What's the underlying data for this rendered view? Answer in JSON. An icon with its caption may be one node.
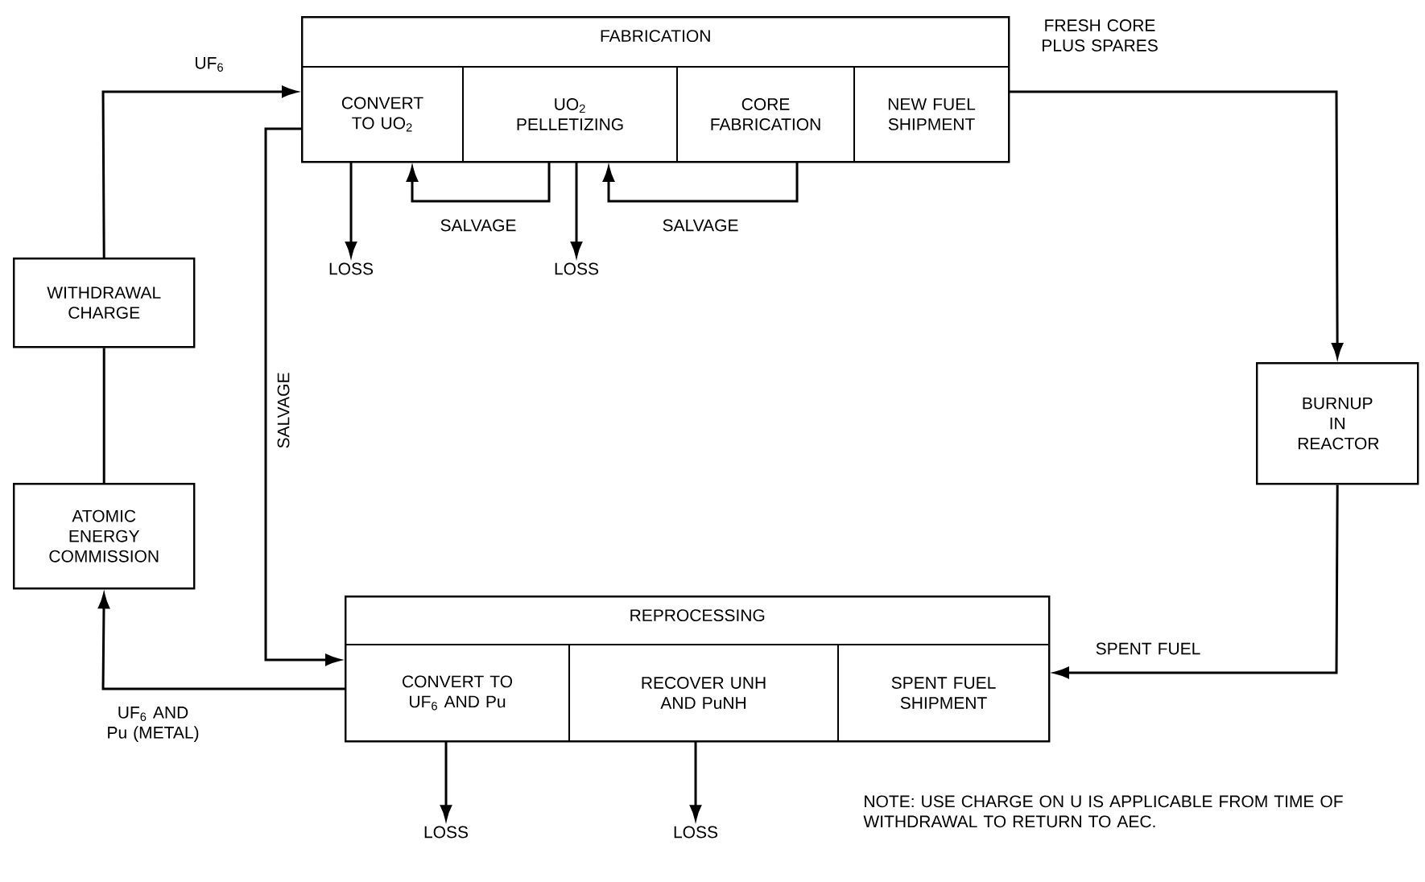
{
  "diagram": {
    "nodes": [
      {
        "text": [
          "FABRICATION"
        ]
      },
      {
        "text": [
          "CONVERT TO UO$_{2}$"
        ],
        "in": 0
      },
      {
        "text": [
          "UO$_{2}$ PELLETIZING"
        ],
        "in": 0
      },
      {
        "text": [
          "CORE FABRICATION"
        ],
        "in": 0
      },
      {
        "text": [
          "NEW FUEL SHIPMENT"
        ],
        "in": 0
      },
      {
        "text": [
          "BURNUP IN REACTOR"
        ]
      },
      {
        "text": [
          "REPROCESSING"
        ]
      },
      {
        "text": [
          "CONVERT TO UF$_{6}$ AND Pu"
        ],
        "in": 6
      },
      {
        "text": [
          "RECOVER UNH AND PuNH"
        ],
        "in": 6
      },
      {
        "text": [
          "SPENT FUEL SHIPMENT"
        ],
        "in": 6
      },
      {
        "text": [
          "ATOMIC ENERGY COMMISSION"
        ]
      },
      {
        "text": [
          "WITHDRAWAL CHARGE"
        ]
      },
      {
        "text": [
          "LOSS"
        ]
      },
      {
        "text": [
          "LOSS"
        ]
      },
      {
        "text": [
          "LOSS"
        ]
      },
      {
        "text": [
          "LOSS"
        ]
      }
    ],
    "edges": [
      {
        "from": 11,
        "to": 1,
        "arrow": "to",
        "label": "UF$_{6}$"
      },
      {
        "from": 4,
        "to": 5,
        "arrow": "to",
        "label": "FRESH CORE PLUS SPARES"
      },
      {
        "from": 5,
        "to": 9,
        "arrow": "to",
        "label": "SPENT FUEL"
      },
      {
        "from": 7,
        "to": 10,
        "arrow": "to",
        "label": "UF$_{6}$ AND Pu (METAL)"
      },
      {
        "from": 10,
        "to": 11,
        "arrow": "none"
      },
      {
        "from": 1,
        "to": 7,
        "arrow": "to",
        "label": "SALVAGE"
      },
      {
        "from": 2,
        "to": 1,
        "arrow": "to",
        "label": "SALVAGE"
      },
      {
        "from": 3,
        "to": 2,
        "arrow": "to",
        "label": "SALVAGE"
      },
      {
        "from": 1,
        "to": 12,
        "arrow": "to"
      },
      {
        "from": 2,
        "to": 13,
        "arrow": "to"
      },
      {
        "from": 7,
        "to": 14,
        "arrow": "to"
      },
      {
        "from": 8,
        "to": 15,
        "arrow": "to"
      }
    ],
    "labels": [
      "NOTE: USE CHARGE ON U IS APPLICABLE FROM TIME OF WITHDRAWAL TO RETURN TO AEC."
    ]
  }
}
